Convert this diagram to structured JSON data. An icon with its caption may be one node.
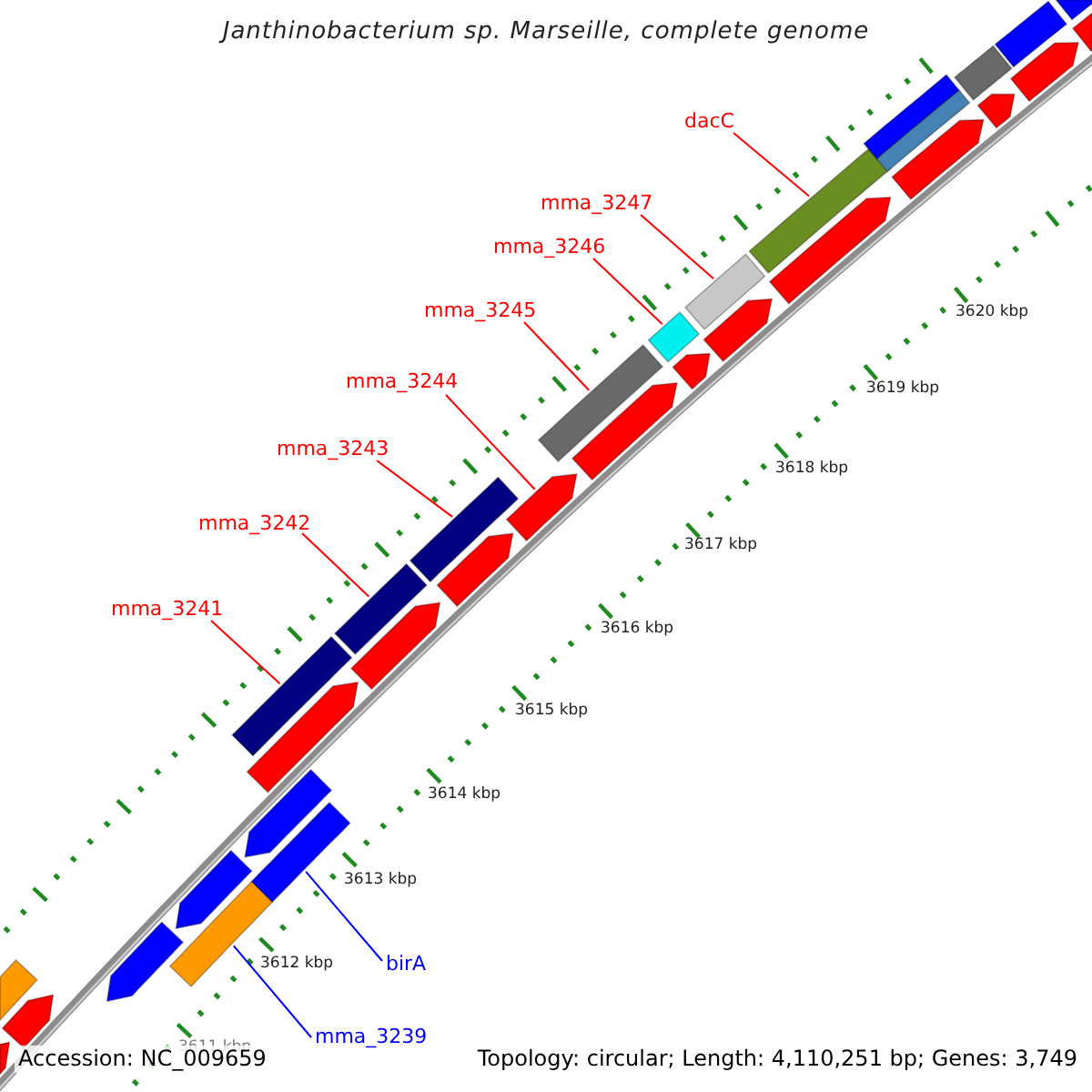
{
  "diagram": {
    "title": "Janthinobacterium sp. Marseille, complete genome",
    "nodes": [
      {
        "text": [
          "dacC"
        ]
      },
      {
        "text": [],
        "shape": "bar"
      },
      {
        "text": [
          "mma_3247"
        ]
      },
      {
        "text": [],
        "shape": "bar"
      },
      {
        "text": [
          "mma_3246"
        ]
      },
      {
        "text": [],
        "shape": "bar"
      },
      {
        "text": [
          "mma_3245"
        ]
      },
      {
        "text": [],
        "shape": "bar"
      },
      {
        "text": [
          "mma_3244"
        ]
      },
      {
        "text": [],
        "shape": "arrow"
      },
      {
        "text": [
          "mma_3243"
        ]
      },
      {
        "text": [],
        "shape": "bar"
      },
      {
        "text": [
          "mma_3242"
        ]
      },
      {
        "text": [],
        "shape": "bar"
      },
      {
        "text": [
          "mma_3241"
        ]
      },
      {
        "text": [],
        "shape": "bar"
      },
      {
        "text": [
          "birA"
        ]
      },
      {
        "text": [],
        "shape": "arrow"
      },
      {
        "text": [
          "mma_3239"
        ]
      },
      {
        "text": [],
        "shape": "bar"
      },
      {
        "text": [],
        "shape": "bar"
      },
      {
        "text": [],
        "shape": "arrow"
      },
      {
        "text": [],
        "shape": "bar"
      },
      {
        "text": [],
        "shape": "arrow"
      },
      {
        "text": [],
        "shape": "bar"
      },
      {
        "text": [],
        "shape": "arrow"
      },
      {
        "text": [],
        "shape": "bar"
      },
      {
        "text": [],
        "shape": "bar"
      },
      {
        "text": [],
        "shape": "arrow"
      },
      {
        "text": [],
        "shape": "arrow"
      },
      {
        "text": [],
        "shape": "arrow"
      },
      {
        "text": [],
        "shape": "arrow"
      },
      {
        "text": [],
        "shape": "arrow"
      },
      {
        "text": [],
        "shape": "arrow"
      },
      {
        "text": [],
        "shape": "arrow"
      },
      {
        "text": [],
        "shape": "arrow"
      },
      {
        "text": [],
        "shape": "arrow"
      },
      {
        "text": [],
        "shape": "arrow"
      },
      {
        "text": [],
        "shape": "arrow"
      },
      {
        "text": [],
        "shape": "arrow"
      },
      {
        "text": [],
        "shape": "bar"
      },
      {
        "text": [],
        "shape": "arrow"
      }
    ],
    "edges": [
      {
        "from": 0,
        "to": 1,
        "arrow": "none"
      },
      {
        "from": 2,
        "to": 3,
        "arrow": "none"
      },
      {
        "from": 4,
        "to": 5,
        "arrow": "none"
      },
      {
        "from": 6,
        "to": 7,
        "arrow": "none"
      },
      {
        "from": 8,
        "to": 9,
        "arrow": "none"
      },
      {
        "from": 10,
        "to": 11,
        "arrow": "none"
      },
      {
        "from": 12,
        "to": 13,
        "arrow": "none"
      },
      {
        "from": 14,
        "to": 15,
        "arrow": "none"
      },
      {
        "from": 16,
        "to": 17,
        "arrow": "none",
        "color": "#0000ff"
      },
      {
        "from": 18,
        "to": 19,
        "arrow": "none",
        "color": "#0000ff"
      }
    ],
    "labels": [
      "3620 kbp",
      "3619 kbp",
      "3618 kbp",
      "3617 kbp",
      "3616 kbp",
      "3615 kbp",
      "3614 kbp",
      "3613 kbp",
      "3612 kbp",
      "3611 kbp",
      "Accession: NC_009659",
      "Topology: circular; Length: 4,110,251 bp; Genes: 3,749"
    ]
  }
}
